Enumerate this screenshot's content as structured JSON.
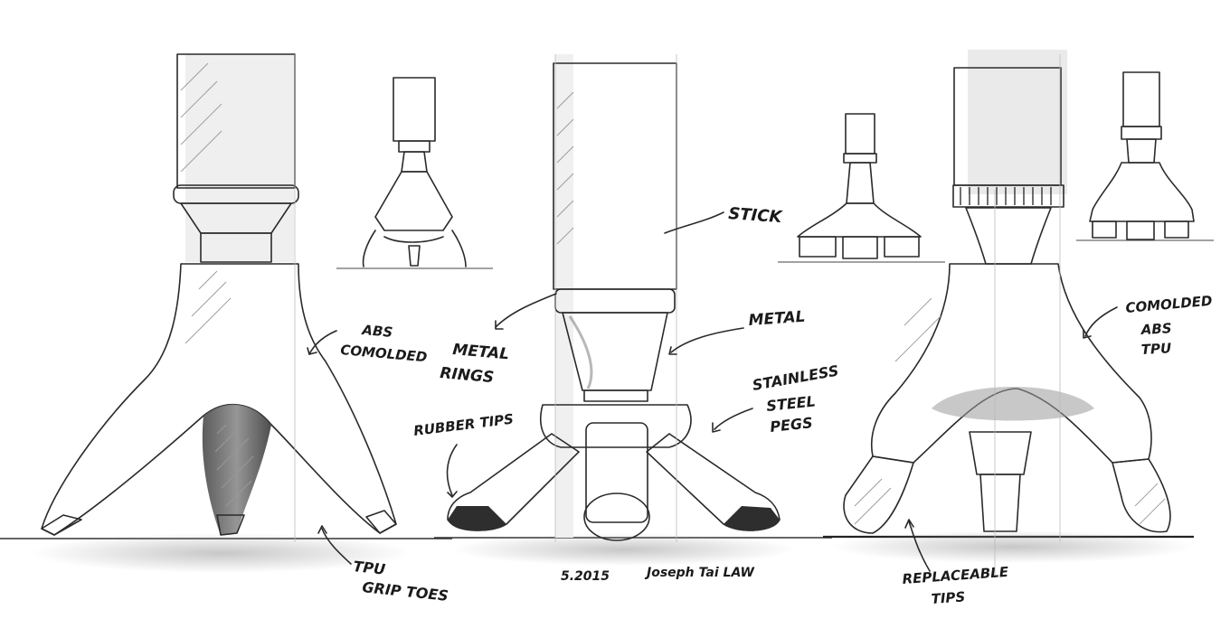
{
  "labels": {
    "stick": "STICK",
    "abs_comolded": [
      "ABS",
      "COMOLDED"
    ],
    "metal": "METAL",
    "metal_rings": [
      "METAL",
      "RINGS"
    ],
    "stainless_pegs": [
      "STAINLESS",
      "STEEL",
      "PEGS"
    ],
    "rubber_tips": "RUBBER TIPS",
    "tpu_grip_toes": [
      "TPU",
      "GRIP TOES"
    ],
    "comolded_abs_tpu": [
      "COMOLDED",
      "ABS",
      "TPU"
    ],
    "replaceable_tips": [
      "REPLACEABLE",
      "TIPS"
    ]
  },
  "signature": {
    "date": "5.2015",
    "name": "Joseph Tai LAW"
  },
  "colors": {
    "ink": "#1a1a1a",
    "shadow": "#6e6e6e",
    "metal_dark": "#2b2b2b",
    "guide": "#bbbbbb"
  }
}
